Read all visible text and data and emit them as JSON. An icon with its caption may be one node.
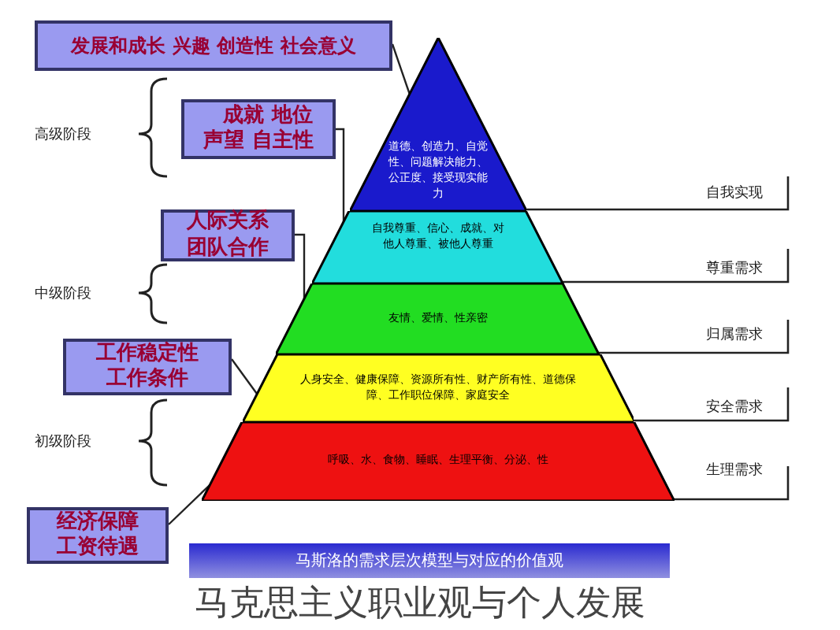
{
  "diagram": {
    "title": "马克思主义职业观与个人发展",
    "nodes": [
      {
        "text": [
          "发展和成长 兴趣 创造性 社会意义"
        ]
      },
      {
        "text": [
          "成就 地位声望 自主性"
        ]
      },
      {
        "text": [
          "人际关系团队合作"
        ]
      },
      {
        "text": [
          "工作稳定性工作条件"
        ]
      },
      {
        "text": [
          "经济保障工资待遇"
        ]
      },
      {
        "text": [
          "道德、创造力、自觉性、问题解决能力、公正度、接受现实能力"
        ]
      },
      {
        "text": [
          "自我尊重、信心、成就、对他人尊重、被他人尊重"
        ]
      },
      {
        "text": [
          "友情、爱情、性亲密"
        ]
      },
      {
        "text": [
          "人身安全、健康保障、资源所有性、财产所有性、道德保障、工作职位保障、家庭安全"
        ]
      },
      {
        "text": [
          "呼吸、水、食物、睡眠、生理平衡、分泌、性"
        ]
      },
      {
        "text": [
          "马斯洛的需求层次模型与对应的价值观"
        ]
      }
    ],
    "edges": [
      {
        "from": 0,
        "to": 5,
        "arrow": "none"
      },
      {
        "from": 1,
        "to": 6,
        "arrow": "none"
      },
      {
        "from": 2,
        "to": 7,
        "arrow": "none"
      },
      {
        "from": 3,
        "to": 8,
        "arrow": "none"
      },
      {
        "from": 4,
        "to": 9,
        "arrow": "none"
      }
    ],
    "labels": [
      "高级阶段",
      "自我实现",
      "尊重需求",
      "中级阶段",
      "归属需求",
      "安全需求",
      "初级阶段",
      "生理需求"
    ]
  }
}
